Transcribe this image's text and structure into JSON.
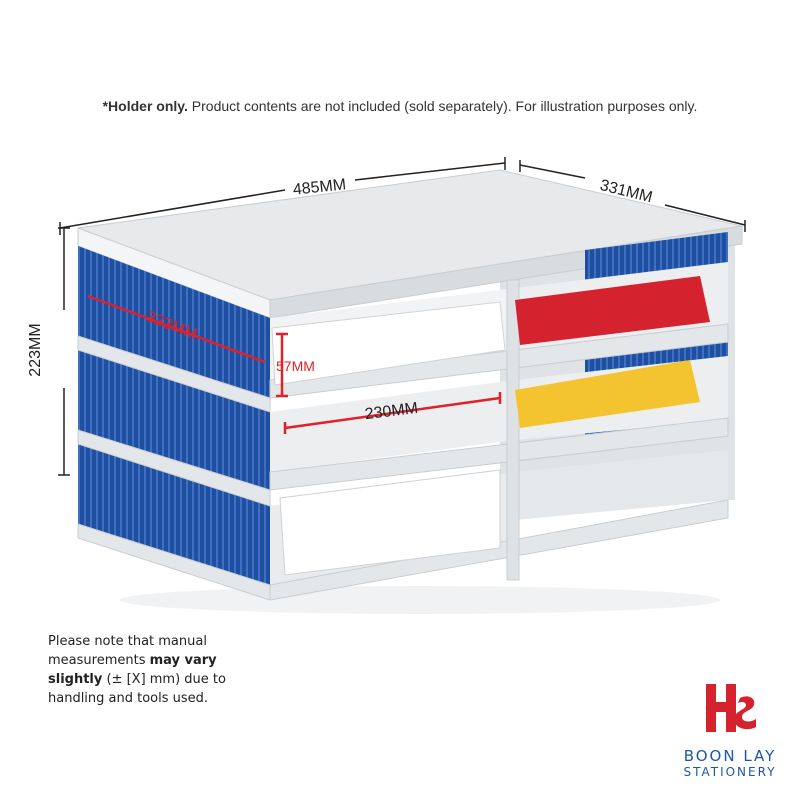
{
  "disclaimer": {
    "bold": "*Holder only.",
    "rest": " Product contents are not included (sold separately). For illustration purposes only."
  },
  "dimensions": {
    "width": "485MM",
    "depth": "331MM",
    "height": "223MM",
    "shelf_depth": "323MM",
    "shelf_height": "57MM",
    "compartment_width": "230MM"
  },
  "note": {
    "part1": "Please note that manual measurements ",
    "bold1": "may vary slightly",
    "part2": " (± [X] mm) due to handling and tools used."
  },
  "brand": {
    "line1": "BOON LAY",
    "line2": "STATIONERY"
  },
  "colors": {
    "blue": "#1f4fa0",
    "grey": "#e3e6e8",
    "red": "#d4232f",
    "yellow": "#f4c430",
    "accent": "#e0202a"
  }
}
